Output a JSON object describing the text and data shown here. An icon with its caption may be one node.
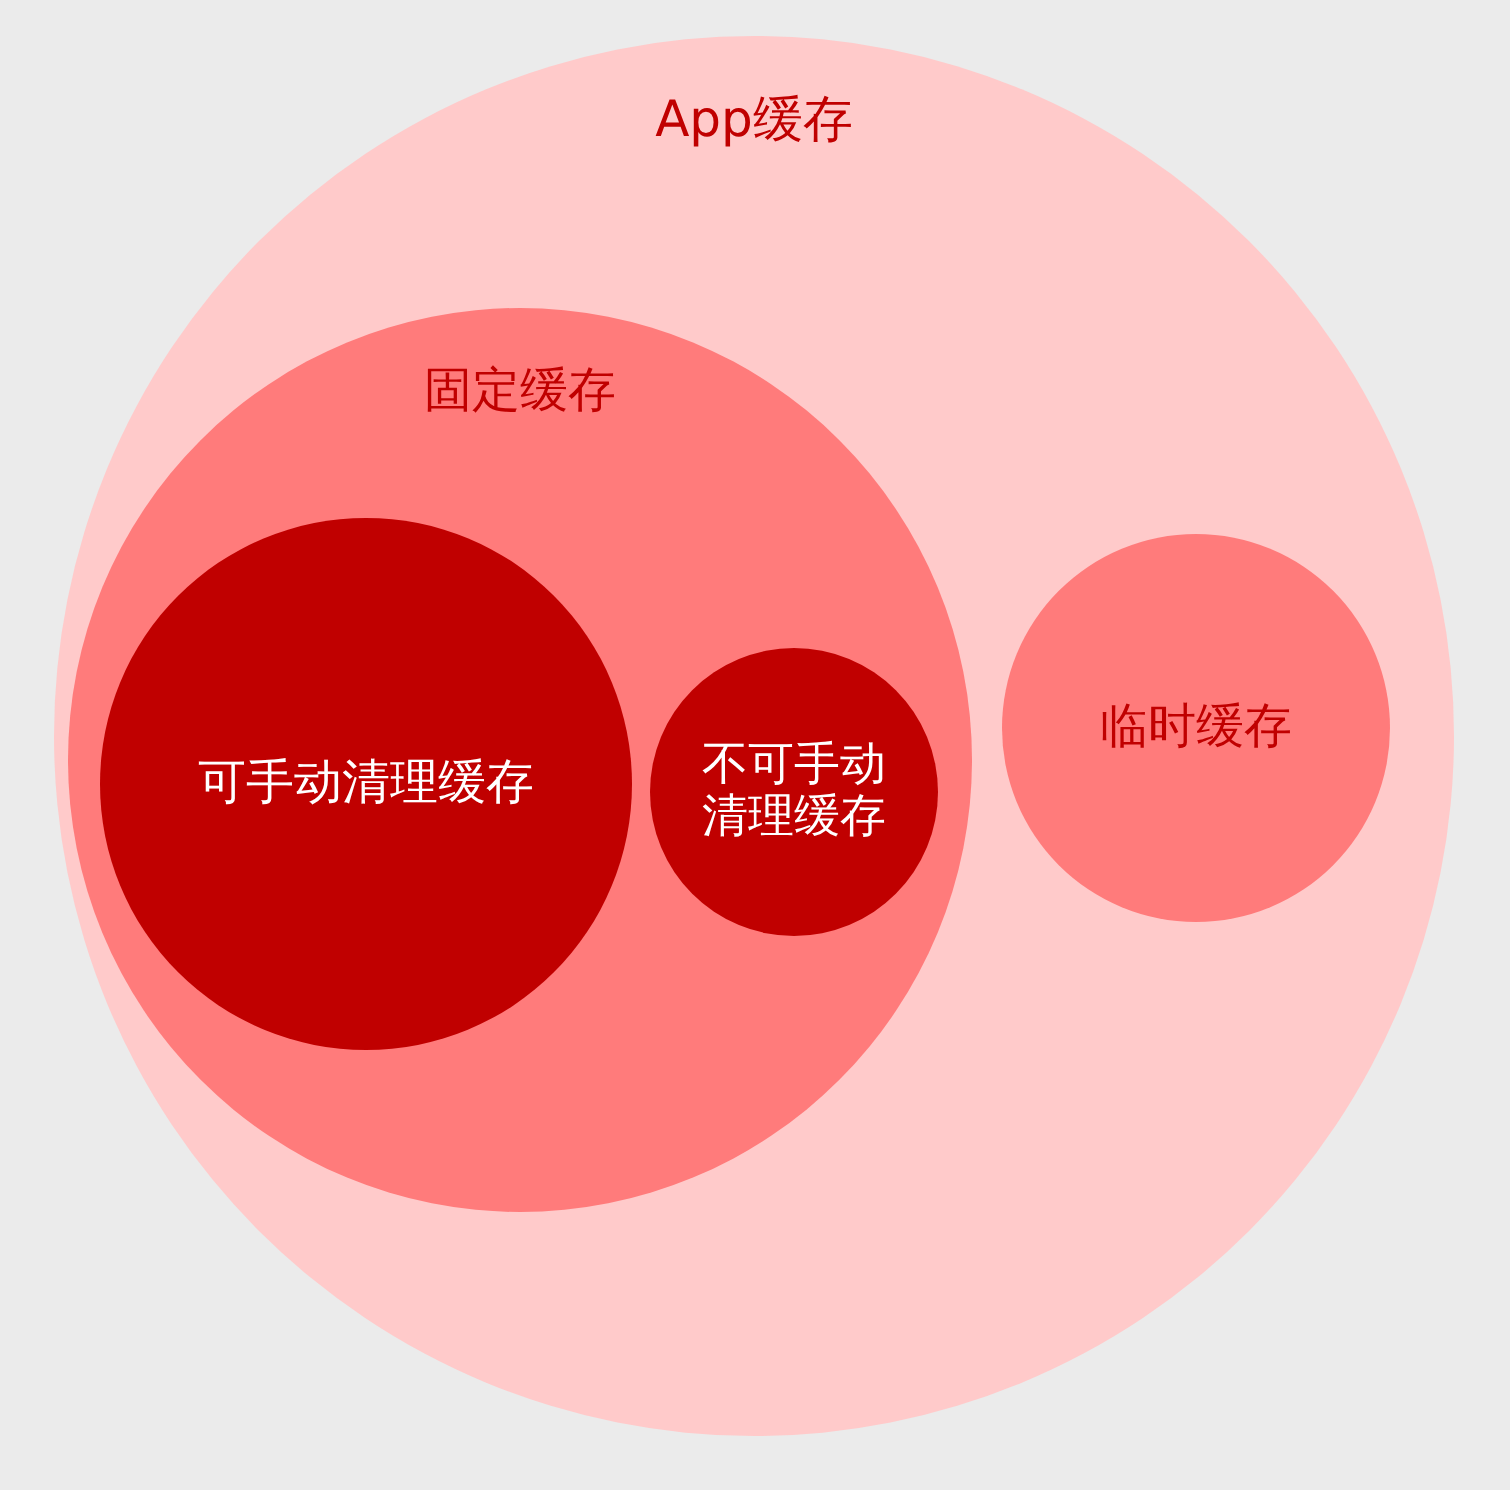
{
  "diagram": {
    "nodes": [
      {
        "text": [
          "App缓存"
        ]
      },
      {
        "text": [
          "固定缓存"
        ],
        "in": 0
      },
      {
        "text": [
          "可手动清理缓存"
        ],
        "in": 1
      },
      {
        "text": [
          "不可手动清理缓存"
        ],
        "in": 1
      },
      {
        "text": [
          "临时缓存"
        ],
        "in": 0
      }
    ]
  }
}
